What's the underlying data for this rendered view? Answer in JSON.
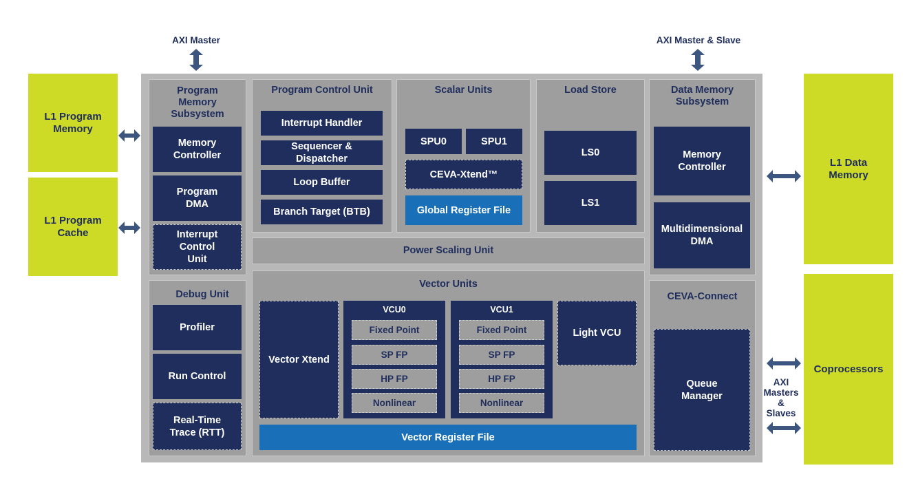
{
  "external": {
    "l1_program_memory": "L1 Program\nMemory",
    "l1_program_cache": "L1 Program\nCache",
    "l1_data_memory": "L1 Data\nMemory",
    "coprocessors": "Coprocessors",
    "axi_master": "AXI Master",
    "axi_master_slave": "AXI Master & Slave",
    "axi_masters_slaves": "AXI\nMasters\n&\nSlaves"
  },
  "program_memory": {
    "title": "Program\nMemory\nSubsystem",
    "memory_controller": "Memory\nController",
    "program_dma": "Program\nDMA",
    "interrupt_control": "Interrupt\nControl\nUnit"
  },
  "program_control": {
    "title": "Program Control Unit",
    "interrupt_handler": "Interrupt Handler",
    "sequencer": "Sequencer &\nDispatcher",
    "loop_buffer": "Loop Buffer",
    "branch_target": "Branch Target (BTB)"
  },
  "scalar": {
    "title": "Scalar Units",
    "spu0": "SPU0",
    "spu1": "SPU1",
    "xtend": "CEVA-Xtend™",
    "global_register": "Global Register File"
  },
  "load_store": {
    "title": "Load Store",
    "ls0": "LS0",
    "ls1": "LS1"
  },
  "data_memory": {
    "title": "Data Memory\nSubsystem",
    "memory_controller": "Memory\nController",
    "multidim_dma": "Multidimensional\nDMA"
  },
  "power_scaling": "Power Scaling Unit",
  "debug": {
    "title": "Debug Unit",
    "profiler": "Profiler",
    "run_control": "Run Control",
    "rtt": "Real-Time\nTrace (RTT)"
  },
  "vector": {
    "title": "Vector Units",
    "vector_xtend": "Vector Xtend",
    "vcu0": {
      "title": "VCU0",
      "fixed_point": "Fixed Point",
      "sp_fp": "SP FP",
      "hp_fp": "HP FP",
      "nonlinear": "Nonlinear"
    },
    "vcu1": {
      "title": "VCU1",
      "fixed_point": "Fixed Point",
      "sp_fp": "SP FP",
      "hp_fp": "HP FP",
      "nonlinear": "Nonlinear"
    },
    "light_vcu": "Light VCU",
    "register_file": "Vector Register File"
  },
  "ceva_connect": {
    "title": "CEVA-Connect",
    "queue_manager": "Queue\nManager"
  },
  "colors": {
    "external": "#cddb27",
    "block": "#1f2e5c",
    "blue": "#1a70b8",
    "panel": "#9e9e9e",
    "core": "#b8b8b8",
    "arrow": "#3d5680"
  }
}
